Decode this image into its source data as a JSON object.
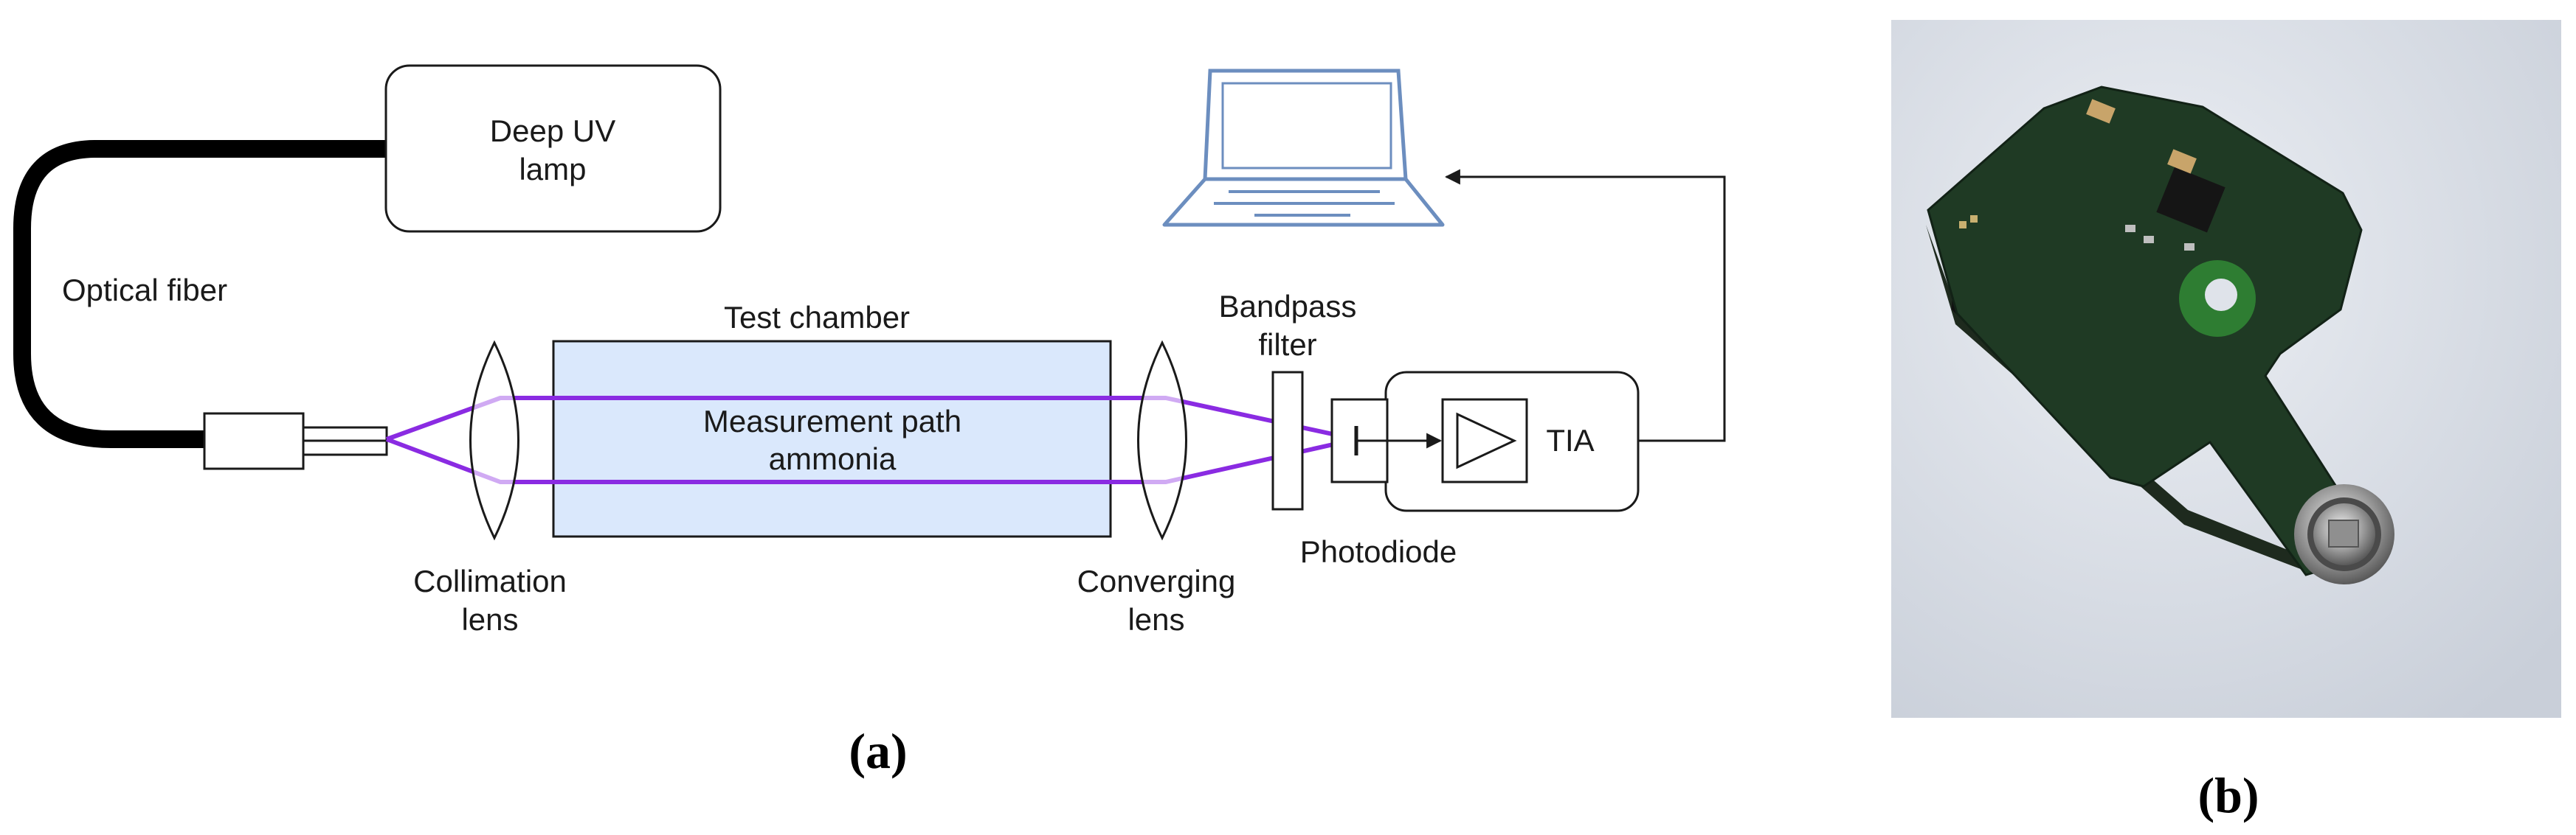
{
  "panel_a": {
    "caption": "(a)",
    "lamp": {
      "line1": "Deep UV",
      "line2": "lamp"
    },
    "fiber_label": "Optical fiber",
    "chamber": {
      "title": "Test chamber",
      "line1": "Measurement path",
      "line2": "ammonia"
    },
    "collimation_lens": {
      "line1": "Collimation",
      "line2": "lens"
    },
    "converging_lens": {
      "line1": "Converging",
      "line2": "lens"
    },
    "bandpass_filter": {
      "line1": "Bandpass",
      "line2": "filter"
    },
    "photodiode_label": "Photodiode",
    "tia_label": "TIA"
  },
  "panel_b": {
    "caption": "(b)"
  },
  "colors": {
    "beam": "#8a2be2",
    "chamber_fill": "#dae8fc",
    "laptop": "#6c8ebf",
    "stroke": "#1a1a1a"
  }
}
